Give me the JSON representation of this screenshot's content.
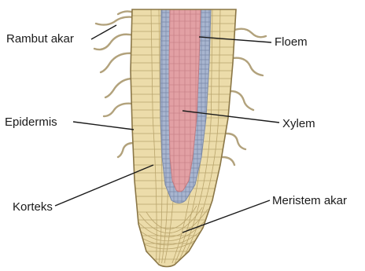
{
  "labels": {
    "root_hair": "Rambut akar",
    "phloem": "Floem",
    "epidermis": "Epidermis",
    "xylem": "Xylem",
    "cortex": "Korteks",
    "root_meristem": "Meristem akar"
  },
  "colors": {
    "epidermis_fill": "#ecdcaa",
    "cell_line": "#b9a46c",
    "outline": "#8a7646",
    "phloem_fill": "#a8b5cf",
    "phloem_line": "#7b8aa8",
    "xylem_fill": "#e2a0a4",
    "xylem_line": "#c07a80",
    "hair": "#b2a27c"
  }
}
